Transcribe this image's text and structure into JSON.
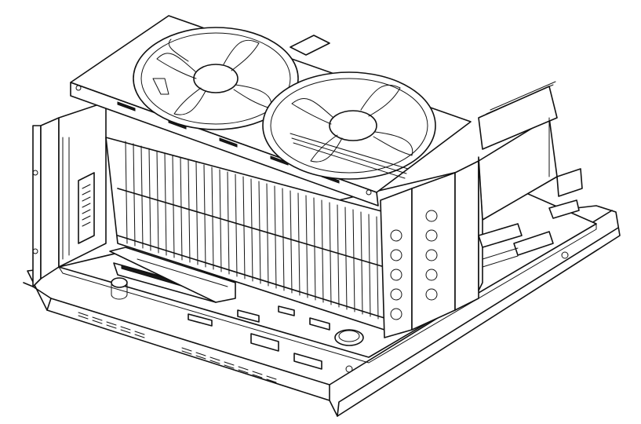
{
  "figure": {
    "caption": "",
    "components": [
      "chassis-tray",
      "motherboard",
      "pcie-slot",
      "dual-fan-bracket",
      "left-fan",
      "right-fan",
      "heatsink-fin-stack",
      "heat-pipes",
      "ram-modules",
      "side-bracket",
      "coin-cell-battery",
      "capacitor",
      "io-connectors"
    ]
  }
}
